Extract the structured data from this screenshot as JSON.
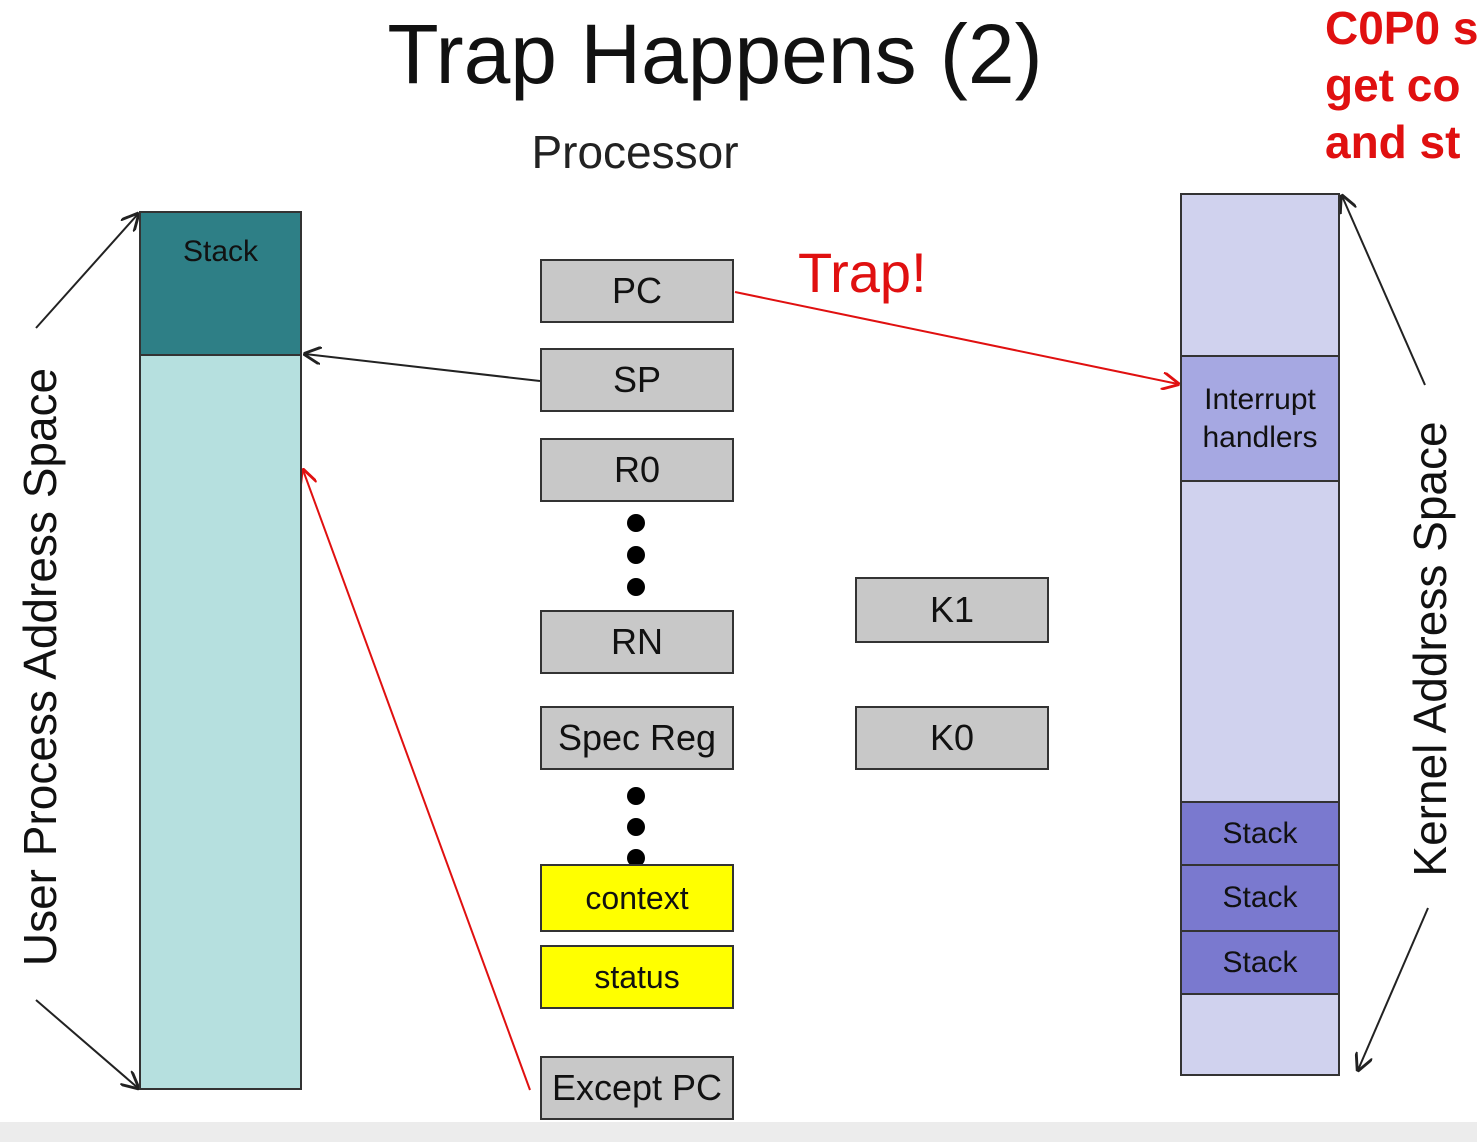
{
  "title": "Trap Happens (2)",
  "processor_label": "Processor",
  "corner_note": [
    "C0P0 s",
    "get co",
    "and st"
  ],
  "trap_label": "Trap!",
  "registers": {
    "pc": "PC",
    "sp": "SP",
    "r0": "R0",
    "rn": "RN",
    "spec_reg": "Spec Reg",
    "context": "context",
    "status": "status",
    "except_pc": "Except PC",
    "k1": "K1",
    "k0": "K0"
  },
  "user_space": {
    "label": "User Process Address Space",
    "stack": "Stack"
  },
  "kernel_space": {
    "label": "Kernel Address Space",
    "interrupt_handlers": "Interrupt handlers",
    "stacks": [
      "Stack",
      "Stack",
      "Stack"
    ]
  },
  "colors": {
    "user_stack": "#2e7f86",
    "user_body": "#b6e0df",
    "kernel_body": "#d0d2ee",
    "kernel_handlers": "#a6a8e2",
    "kernel_stack": "#7a79cf",
    "register": "#c8c8c8",
    "highlight_register": "#ffff00",
    "trap_red": "#e01010"
  }
}
